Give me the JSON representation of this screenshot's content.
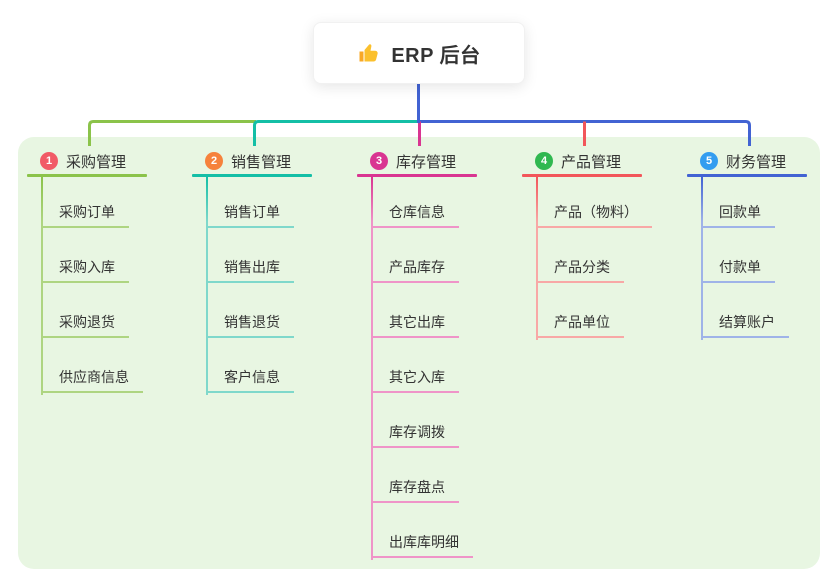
{
  "root": {
    "title": "ERP 后台",
    "icon": "thumbs-up-icon"
  },
  "colors": {
    "page_bg": "#ffffff",
    "panel_bg": "#e8f6e2",
    "trunk": "#4263d3",
    "text": "#333333"
  },
  "branches": [
    {
      "badge": "1",
      "label": "采购管理",
      "badge_color": "#f15b66",
      "line_color": "#8bc34a",
      "item_line_color": "#aed581",
      "items": [
        "采购订单",
        "采购入库",
        "采购退货",
        "供应商信息"
      ]
    },
    {
      "badge": "2",
      "label": "销售管理",
      "badge_color": "#f6823c",
      "line_color": "#14bfa6",
      "item_line_color": "#7fd8cb",
      "items": [
        "销售订单",
        "销售出库",
        "销售退货",
        "客户信息"
      ]
    },
    {
      "badge": "3",
      "label": "库存管理",
      "badge_color": "#d93591",
      "line_color": "#ef94c8",
      "item_line_color": "#ef94c8",
      "items": [
        "仓库信息",
        "产品库存",
        "其它出库",
        "其它入库",
        "库存调拨",
        "库存盘点",
        "出库库明细"
      ]
    },
    {
      "badge": "4",
      "label": "产品管理",
      "badge_color": "#30b850",
      "line_color": "#f2565a",
      "item_line_color": "#f8a8a6",
      "items": [
        "产品（物料）",
        "产品分类",
        "产品单位"
      ]
    },
    {
      "badge": "5",
      "label": "财务管理",
      "badge_color": "#339df0",
      "line_color": "#4263d3",
      "item_line_color": "#9fb3e8",
      "items": [
        "回款单",
        "付款单",
        "结算账户"
      ]
    }
  ]
}
